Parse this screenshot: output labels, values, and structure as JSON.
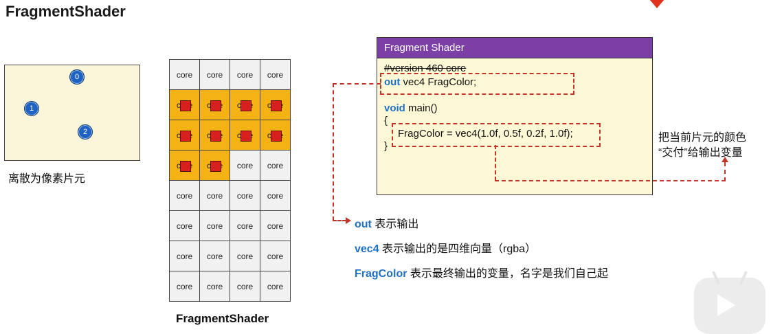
{
  "title": "FragmentShader",
  "raster": {
    "points": [
      "0",
      "1",
      "2"
    ],
    "caption": "离散为像素片元"
  },
  "grid": {
    "cell_label": "core",
    "rows": [
      [
        "core",
        "core",
        "core",
        "core"
      ],
      [
        "core",
        "core",
        "core",
        "core"
      ],
      [
        "core",
        "core",
        "core",
        "core"
      ],
      [
        "core",
        "core",
        "core",
        "core"
      ],
      [
        "core",
        "core",
        "core",
        "core"
      ],
      [
        "core",
        "core",
        "core",
        "core"
      ],
      [
        "core",
        "core",
        "core",
        "core"
      ],
      [
        "core",
        "core",
        "core",
        "core"
      ]
    ],
    "highlighted": [
      [
        1,
        0
      ],
      [
        1,
        1
      ],
      [
        1,
        2
      ],
      [
        1,
        3
      ],
      [
        2,
        0
      ],
      [
        2,
        1
      ],
      [
        2,
        2
      ],
      [
        2,
        3
      ],
      [
        3,
        0
      ],
      [
        3,
        1
      ]
    ],
    "caption": "FragmentShader"
  },
  "code": {
    "header": "Fragment Shader",
    "line_version": "#version 460 core",
    "out_kw": "out",
    "out_rest": " vec4 FragColor;",
    "void_kw": "void",
    "void_rest": " main()",
    "open_brace": "{",
    "assign": "FragColor = vec4(1.0f, 0.5f, 0.2f, 1.0f);",
    "close_brace": "}"
  },
  "note": {
    "line1": "把当前片元的颜色",
    "line2": "“交付”给输出变量"
  },
  "explanations": [
    {
      "keyword": "out",
      "text": " 表示输出"
    },
    {
      "keyword": "vec4",
      "text": " 表示输出的是四维向量（rgba）"
    },
    {
      "keyword": "FragColor",
      "text": " 表示最终输出的变量，名字是我们自己起"
    }
  ],
  "colors": {
    "accent_purple": "#7b3fa6",
    "keyword_blue": "#1f6fc4",
    "dash_red": "#c23328",
    "fragment_orange": "#f4b215"
  }
}
